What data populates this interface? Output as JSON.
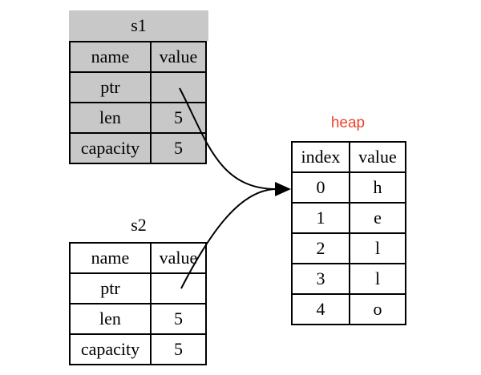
{
  "s1": {
    "title": "s1",
    "headers": [
      "name",
      "value"
    ],
    "rows": [
      {
        "name": "ptr",
        "value": ""
      },
      {
        "name": "len",
        "value": "5"
      },
      {
        "name": "capacity",
        "value": "5"
      }
    ]
  },
  "s2": {
    "title": "s2",
    "headers": [
      "name",
      "value"
    ],
    "rows": [
      {
        "name": "ptr",
        "value": ""
      },
      {
        "name": "len",
        "value": "5"
      },
      {
        "name": "capacity",
        "value": "5"
      }
    ]
  },
  "heap": {
    "title": "heap",
    "headers": [
      "index",
      "value"
    ],
    "rows": [
      {
        "index": "0",
        "value": "h"
      },
      {
        "index": "1",
        "value": "e"
      },
      {
        "index": "2",
        "value": "l"
      },
      {
        "index": "3",
        "value": "l"
      },
      {
        "index": "4",
        "value": "o"
      }
    ]
  },
  "colors": {
    "stack_fill": "#c8c8c8",
    "heap_label": "#e8442a"
  }
}
